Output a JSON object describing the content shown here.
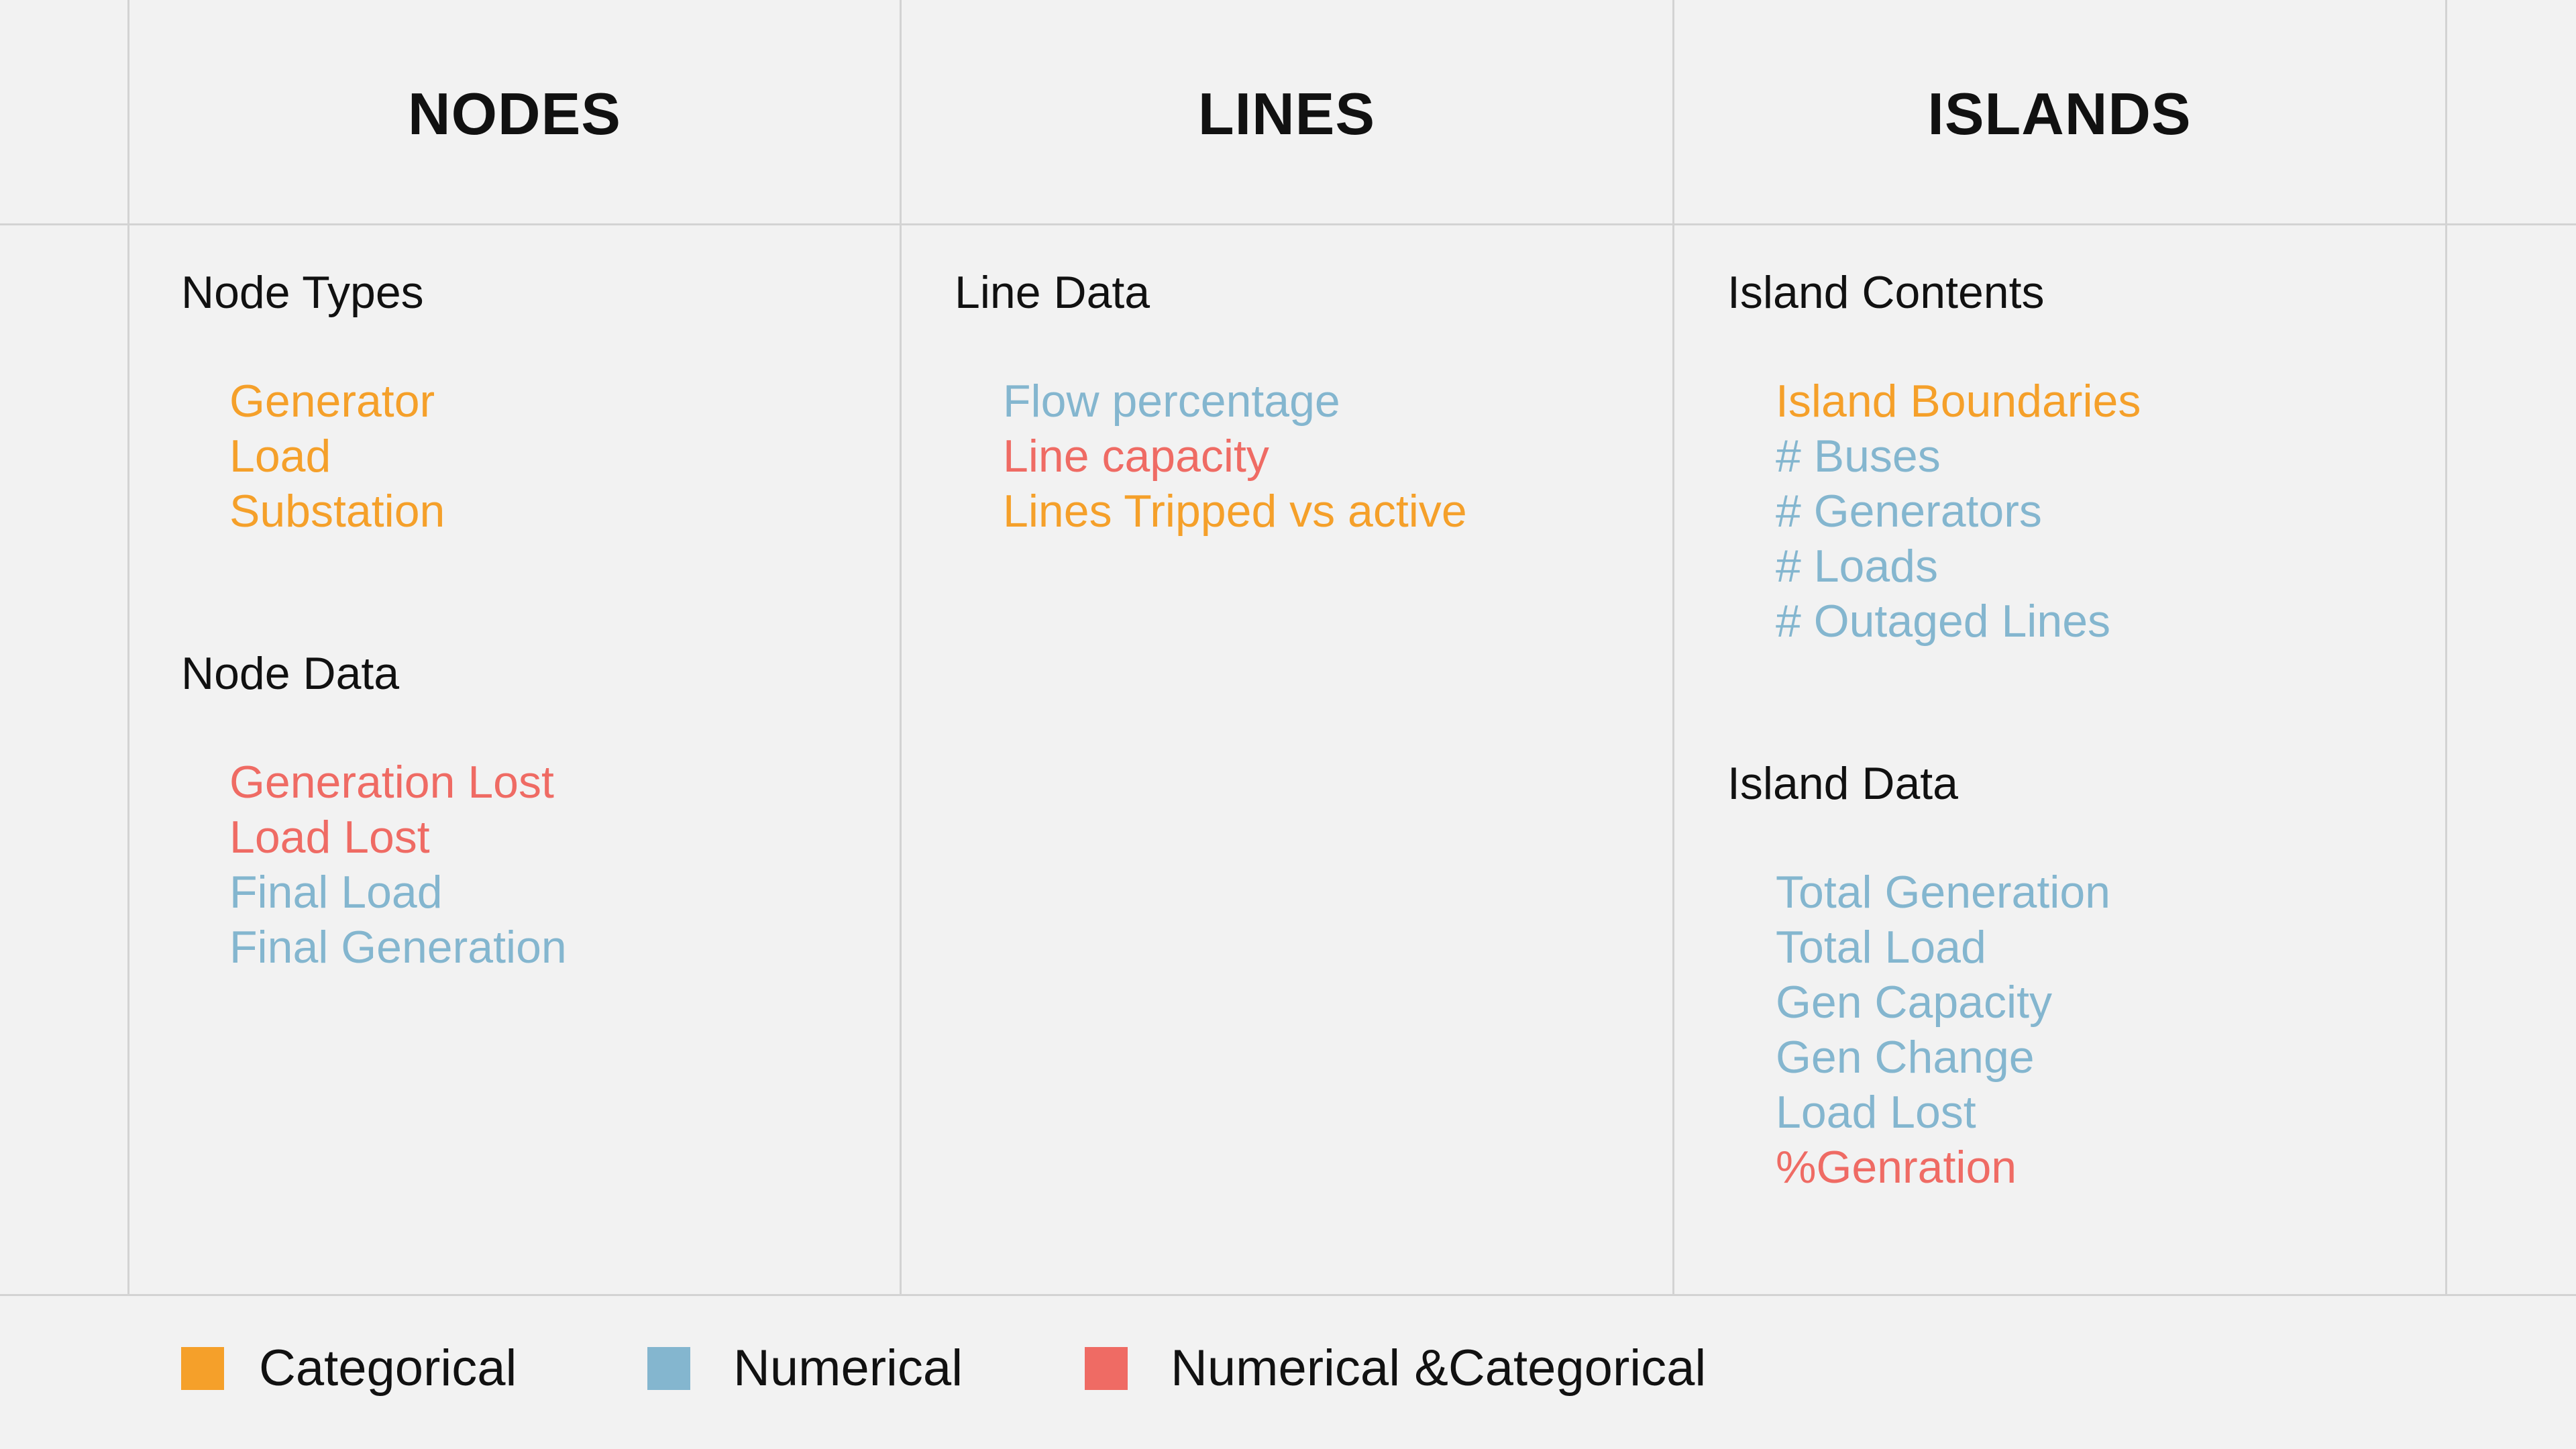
{
  "columns": [
    {
      "title": "NODES",
      "sections": [
        {
          "heading": "Node Types",
          "items": [
            {
              "label": "Generator",
              "kind": "categorical"
            },
            {
              "label": "Load",
              "kind": "categorical"
            },
            {
              "label": "Substation",
              "kind": "categorical"
            }
          ]
        },
        {
          "heading": "Node Data",
          "items": [
            {
              "label": "Generation Lost",
              "kind": "both"
            },
            {
              "label": "Load Lost",
              "kind": "both"
            },
            {
              "label": "Final Load",
              "kind": "numerical"
            },
            {
              "label": "Final Generation",
              "kind": "numerical"
            }
          ]
        }
      ]
    },
    {
      "title": "LINES",
      "sections": [
        {
          "heading": "Line Data",
          "items": [
            {
              "label": "Flow percentage",
              "kind": "numerical"
            },
            {
              "label": "Line capacity",
              "kind": "both"
            },
            {
              "label": "Lines Tripped vs active",
              "kind": "categorical"
            }
          ]
        }
      ]
    },
    {
      "title": "ISLANDS",
      "sections": [
        {
          "heading": "Island Contents",
          "items": [
            {
              "label": "Island Boundaries",
              "kind": "categorical"
            },
            {
              "label": "# Buses",
              "kind": "numerical"
            },
            {
              "label": "# Generators",
              "kind": "numerical"
            },
            {
              "label": "# Loads",
              "kind": "numerical"
            },
            {
              "label": "# Outaged Lines",
              "kind": "numerical"
            }
          ]
        },
        {
          "heading": "Island Data",
          "items": [
            {
              "label": "Total Generation",
              "kind": "numerical"
            },
            {
              "label": "Total Load",
              "kind": "numerical"
            },
            {
              "label": "Gen Capacity",
              "kind": "numerical"
            },
            {
              "label": "Gen Change",
              "kind": "numerical"
            },
            {
              "label": "Load Lost",
              "kind": "numerical"
            },
            {
              "label": "%Genration",
              "kind": "both"
            }
          ]
        }
      ]
    }
  ],
  "legend": [
    {
      "label": "Categorical",
      "kind": "categorical"
    },
    {
      "label": "Numerical",
      "kind": "numerical"
    },
    {
      "label": "Numerical &Categorical",
      "kind": "both"
    }
  ],
  "colors": {
    "categorical": "#f5a02a",
    "numerical": "#84b6cf",
    "both": "#ef6b64",
    "background": "#f2f2f2",
    "grid": "#d3d3d3"
  }
}
